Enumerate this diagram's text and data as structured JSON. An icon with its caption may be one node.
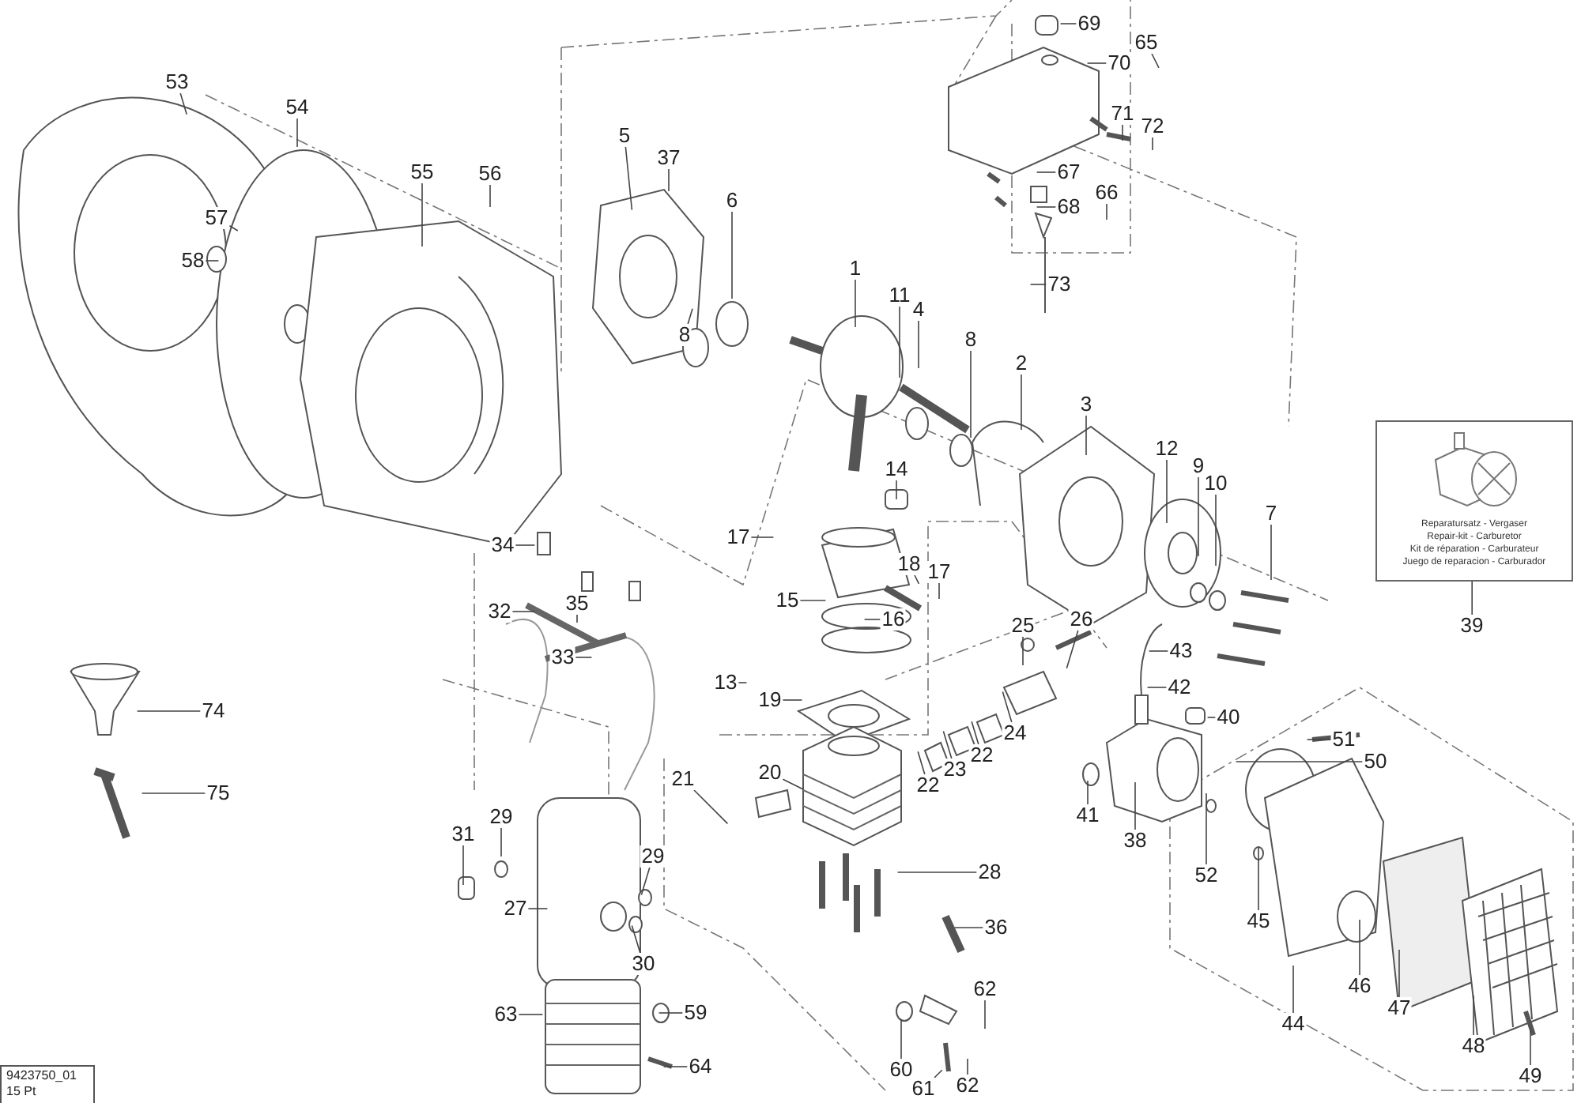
{
  "diagram": {
    "nodes": [
      {
        "text": [
          "53"
        ]
      },
      {
        "text": [
          "54"
        ]
      },
      {
        "text": [
          "57"
        ]
      },
      {
        "text": [
          "58"
        ]
      },
      {
        "text": [
          "55"
        ]
      },
      {
        "text": [
          "56"
        ]
      },
      {
        "text": [
          "5"
        ]
      },
      {
        "text": [
          "37"
        ]
      },
      {
        "text": [
          "6"
        ]
      },
      {
        "text": [
          "8"
        ]
      },
      {
        "text": [
          "1"
        ]
      },
      {
        "text": [
          "11"
        ]
      },
      {
        "text": [
          "4"
        ]
      },
      {
        "text": [
          "8"
        ]
      },
      {
        "text": [
          "2"
        ]
      },
      {
        "text": [
          "3"
        ]
      },
      {
        "text": [
          "12"
        ]
      },
      {
        "text": [
          "9"
        ]
      },
      {
        "text": [
          "10"
        ]
      },
      {
        "text": [
          "7"
        ]
      },
      {
        "text": [
          "14"
        ]
      },
      {
        "text": [
          "17"
        ]
      },
      {
        "text": [
          "18"
        ]
      },
      {
        "text": [
          "17"
        ]
      },
      {
        "text": [
          "15"
        ]
      },
      {
        "text": [
          "16"
        ]
      },
      {
        "text": [
          "13"
        ]
      },
      {
        "text": [
          "19"
        ]
      },
      {
        "text": [
          "20"
        ]
      },
      {
        "text": [
          "21"
        ]
      },
      {
        "text": [
          "22"
        ]
      },
      {
        "text": [
          "23"
        ]
      },
      {
        "text": [
          "22"
        ]
      },
      {
        "text": [
          "24"
        ]
      },
      {
        "text": [
          "25"
        ]
      },
      {
        "text": [
          "26"
        ]
      },
      {
        "text": [
          "41"
        ]
      },
      {
        "text": [
          "43"
        ]
      },
      {
        "text": [
          "42"
        ]
      },
      {
        "text": [
          "40"
        ]
      },
      {
        "text": [
          "38"
        ]
      },
      {
        "text": [
          "34"
        ]
      },
      {
        "text": [
          "32"
        ]
      },
      {
        "text": [
          "35"
        ]
      },
      {
        "text": [
          "33"
        ]
      },
      {
        "text": [
          "74"
        ]
      },
      {
        "text": [
          "75"
        ]
      },
      {
        "text": [
          "31"
        ]
      },
      {
        "text": [
          "29"
        ]
      },
      {
        "text": [
          "29"
        ]
      },
      {
        "text": [
          "27"
        ]
      },
      {
        "text": [
          "30"
        ]
      },
      {
        "text": [
          "28"
        ]
      },
      {
        "text": [
          "36"
        ]
      },
      {
        "text": [
          "63"
        ]
      },
      {
        "text": [
          "59"
        ]
      },
      {
        "text": [
          "64"
        ]
      },
      {
        "text": [
          "62"
        ]
      },
      {
        "text": [
          "60"
        ]
      },
      {
        "text": [
          "61"
        ]
      },
      {
        "text": [
          "62"
        ]
      },
      {
        "text": [
          "51"
        ]
      },
      {
        "text": [
          "50"
        ]
      },
      {
        "text": [
          "52"
        ]
      },
      {
        "text": [
          "45"
        ]
      },
      {
        "text": [
          "44"
        ]
      },
      {
        "text": [
          "46"
        ]
      },
      {
        "text": [
          "47"
        ]
      },
      {
        "text": [
          "48"
        ]
      },
      {
        "text": [
          "49"
        ]
      },
      {
        "text": [
          "69"
        ]
      },
      {
        "text": [
          "70"
        ]
      },
      {
        "text": [
          "65"
        ]
      },
      {
        "text": [
          "71"
        ]
      },
      {
        "text": [
          "72"
        ]
      },
      {
        "text": [
          "67"
        ]
      },
      {
        "text": [
          "68"
        ]
      },
      {
        "text": [
          "66"
        ]
      },
      {
        "text": [
          "73"
        ]
      },
      {
        "text": [
          "39"
        ]
      },
      {
        "text": [
          "Reparatursatz - Vergaser",
          "Repair-kit - Carburetor",
          "Kit de réparation - Carburateur",
          "Juego de reparacion - Carburador"
        ]
      },
      {
        "text": [
          "9423750_01",
          "15 Pt"
        ]
      }
    ],
    "edges": [
      {
        "from": 0,
        "to": null,
        "arrow": "none"
      },
      {
        "from": 1,
        "to": null,
        "arrow": "none"
      },
      {
        "from": 2,
        "to": null,
        "arrow": "none"
      },
      {
        "from": 3,
        "to": null,
        "arrow": "none"
      },
      {
        "from": 4,
        "to": null,
        "arrow": "none"
      },
      {
        "from": 5,
        "to": null,
        "arrow": "none"
      },
      {
        "from": 6,
        "to": null,
        "arrow": "none"
      },
      {
        "from": 7,
        "to": null,
        "arrow": "none"
      },
      {
        "from": 8,
        "to": null,
        "arrow": "none"
      },
      {
        "from": 9,
        "to": null,
        "arrow": "none"
      },
      {
        "from": 10,
        "to": null,
        "arrow": "none"
      },
      {
        "from": 11,
        "to": null,
        "arrow": "none"
      },
      {
        "from": 12,
        "to": null,
        "arrow": "none"
      },
      {
        "from": 13,
        "to": null,
        "arrow": "none"
      },
      {
        "from": 14,
        "to": null,
        "arrow": "none"
      },
      {
        "from": 15,
        "to": null,
        "arrow": "none"
      },
      {
        "from": 16,
        "to": null,
        "arrow": "none"
      },
      {
        "from": 17,
        "to": null,
        "arrow": "none"
      },
      {
        "from": 18,
        "to": null,
        "arrow": "none"
      },
      {
        "from": 19,
        "to": null,
        "arrow": "none"
      },
      {
        "from": 20,
        "to": null,
        "arrow": "none"
      },
      {
        "from": 21,
        "to": null,
        "arrow": "none"
      },
      {
        "from": 22,
        "to": null,
        "arrow": "none"
      },
      {
        "from": 23,
        "to": null,
        "arrow": "none"
      },
      {
        "from": 24,
        "to": null,
        "arrow": "none"
      },
      {
        "from": 25,
        "to": null,
        "arrow": "none"
      },
      {
        "from": 26,
        "to": null,
        "arrow": "none"
      },
      {
        "from": 27,
        "to": null,
        "arrow": "none"
      },
      {
        "from": 28,
        "to": null,
        "arrow": "none"
      },
      {
        "from": 29,
        "to": null,
        "arrow": "none"
      },
      {
        "from": 30,
        "to": null,
        "arrow": "none"
      },
      {
        "from": 31,
        "to": null,
        "arrow": "none"
      },
      {
        "from": 32,
        "to": null,
        "arrow": "none"
      },
      {
        "from": 33,
        "to": null,
        "arrow": "none"
      },
      {
        "from": 34,
        "to": null,
        "arrow": "none"
      },
      {
        "from": 35,
        "to": null,
        "arrow": "none"
      },
      {
        "from": 36,
        "to": null,
        "arrow": "none"
      },
      {
        "from": 37,
        "to": null,
        "arrow": "none"
      },
      {
        "from": 38,
        "to": null,
        "arrow": "none"
      },
      {
        "from": 39,
        "to": null,
        "arrow": "none"
      },
      {
        "from": 40,
        "to": null,
        "arrow": "none"
      },
      {
        "from": 41,
        "to": null,
        "arrow": "none"
      },
      {
        "from": 42,
        "to": null,
        "arrow": "none"
      },
      {
        "from": 43,
        "to": null,
        "arrow": "none"
      },
      {
        "from": 44,
        "to": null,
        "arrow": "none"
      },
      {
        "from": 45,
        "to": null,
        "arrow": "none"
      },
      {
        "from": 46,
        "to": null,
        "arrow": "none"
      },
      {
        "from": 47,
        "to": null,
        "arrow": "none"
      },
      {
        "from": 48,
        "to": null,
        "arrow": "none"
      },
      {
        "from": 49,
        "to": null,
        "arrow": "none"
      },
      {
        "from": 50,
        "to": null,
        "arrow": "none"
      },
      {
        "from": 51,
        "to": null,
        "arrow": "none"
      },
      {
        "from": 52,
        "to": null,
        "arrow": "none"
      },
      {
        "from": 53,
        "to": null,
        "arrow": "none"
      },
      {
        "from": 54,
        "to": null,
        "arrow": "none"
      },
      {
        "from": 55,
        "to": null,
        "arrow": "none"
      },
      {
        "from": 56,
        "to": null,
        "arrow": "none"
      },
      {
        "from": 57,
        "to": null,
        "arrow": "none"
      },
      {
        "from": 58,
        "to": null,
        "arrow": "none"
      },
      {
        "from": 59,
        "to": null,
        "arrow": "none"
      },
      {
        "from": 60,
        "to": null,
        "arrow": "none"
      },
      {
        "from": 61,
        "to": null,
        "arrow": "none"
      },
      {
        "from": 62,
        "to": null,
        "arrow": "none"
      },
      {
        "from": 63,
        "to": null,
        "arrow": "none"
      },
      {
        "from": 64,
        "to": null,
        "arrow": "none"
      },
      {
        "from": 65,
        "to": null,
        "arrow": "none"
      },
      {
        "from": 66,
        "to": null,
        "arrow": "none"
      },
      {
        "from": 67,
        "to": null,
        "arrow": "none"
      },
      {
        "from": 68,
        "to": null,
        "arrow": "none"
      },
      {
        "from": 69,
        "to": null,
        "arrow": "none"
      },
      {
        "from": 70,
        "to": null,
        "arrow": "none"
      },
      {
        "from": 71,
        "to": null,
        "arrow": "none"
      },
      {
        "from": 72,
        "to": null,
        "arrow": "none"
      },
      {
        "from": 73,
        "to": null,
        "arrow": "none"
      },
      {
        "from": 74,
        "to": null,
        "arrow": "none"
      },
      {
        "from": 75,
        "to": null,
        "arrow": "none"
      },
      {
        "from": 76,
        "to": null,
        "arrow": "none"
      },
      {
        "from": 77,
        "to": null,
        "arrow": "none"
      },
      {
        "from": 78,
        "to": null,
        "arrow": "none"
      },
      {
        "from": 79,
        "to": 80,
        "arrow": "none"
      }
    ]
  }
}
